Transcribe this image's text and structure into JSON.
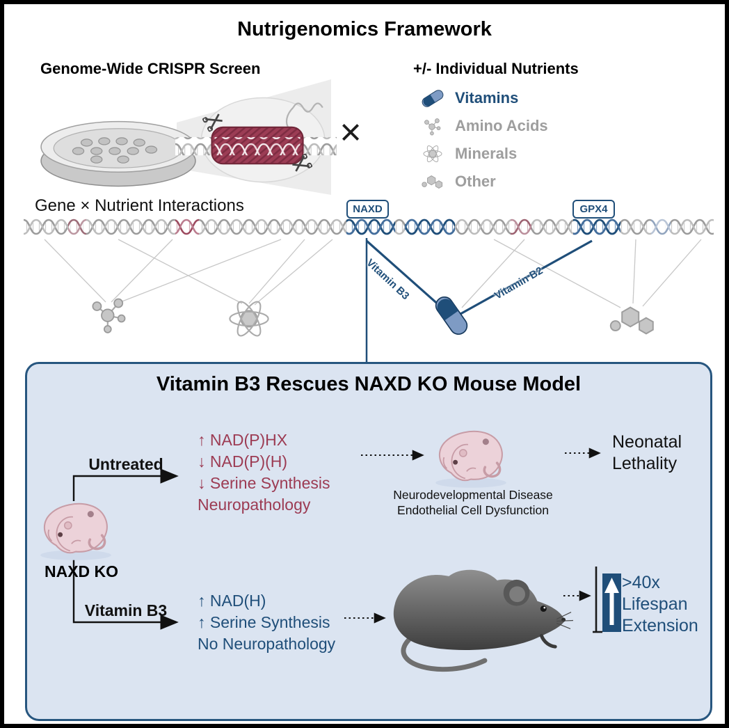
{
  "title": "Nutrigenomics Framework",
  "cross": "×",
  "crispr": {
    "heading": "Genome-Wide CRISPR Screen"
  },
  "nutrients": {
    "heading": "+/- Individual Nutrients",
    "items": [
      {
        "label": "Vitamins",
        "icon": "capsule-icon",
        "color": "#1f4e79"
      },
      {
        "label": "Amino Acids",
        "icon": "amino-acids-icon",
        "color": "#9e9e9e"
      },
      {
        "label": "Minerals",
        "icon": "minerals-icon",
        "color": "#9e9e9e"
      },
      {
        "label": "Other",
        "icon": "other-icon",
        "color": "#9e9e9e"
      }
    ]
  },
  "interactions": {
    "heading": "Gene × Nutrient Interactions",
    "gene1": "NAXD",
    "gene2": "GPX4",
    "edge1": "Vitamin B3",
    "edge2": "Vitamin B2"
  },
  "panel": {
    "title": "Vitamin B3 Rescues NAXD KO Mouse Model",
    "subject": "NAXD KO",
    "untreated": {
      "label": "Untreated",
      "effects": [
        "↑ NAD(P)HX",
        "↓ NAD(P)(H)",
        "↓ Serine Synthesis",
        "Neuropathology"
      ],
      "caption": [
        "Neurodevelopmental Disease",
        "Endothelial Cell Dysfunction"
      ],
      "endpoint": [
        "Neonatal",
        "Lethality"
      ]
    },
    "treated": {
      "label": "Vitamin B3",
      "effects": [
        "↑ NAD(H)",
        "↑ Serine Synthesis",
        "No Neuropathology"
      ],
      "endpoint": [
        ">40x",
        "Lifespan",
        "Extension"
      ]
    }
  },
  "colors": {
    "accent_blue": "#1f4e79",
    "maroon": "#9c3b53",
    "nutrient_gray": "#9e9e9e",
    "panel_bg": "#dbe4f1",
    "panel_border": "#27567f"
  }
}
